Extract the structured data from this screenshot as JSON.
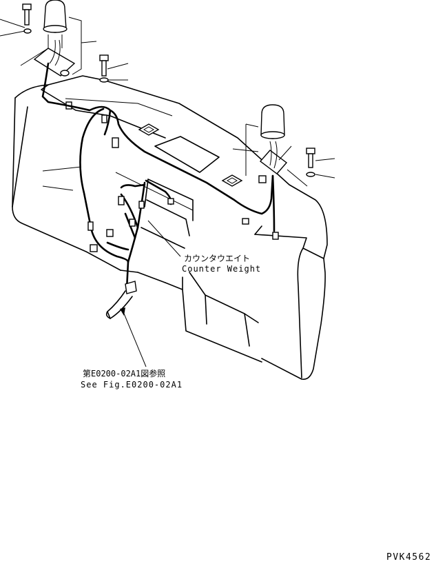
{
  "component_label": {
    "japanese": "カウンタウエイト",
    "english": "Counter Weight"
  },
  "reference": {
    "japanese": "第E0200-02A1図参照",
    "english": "See Fig.E0200-02A1"
  },
  "drawing_code": "PVK4562"
}
